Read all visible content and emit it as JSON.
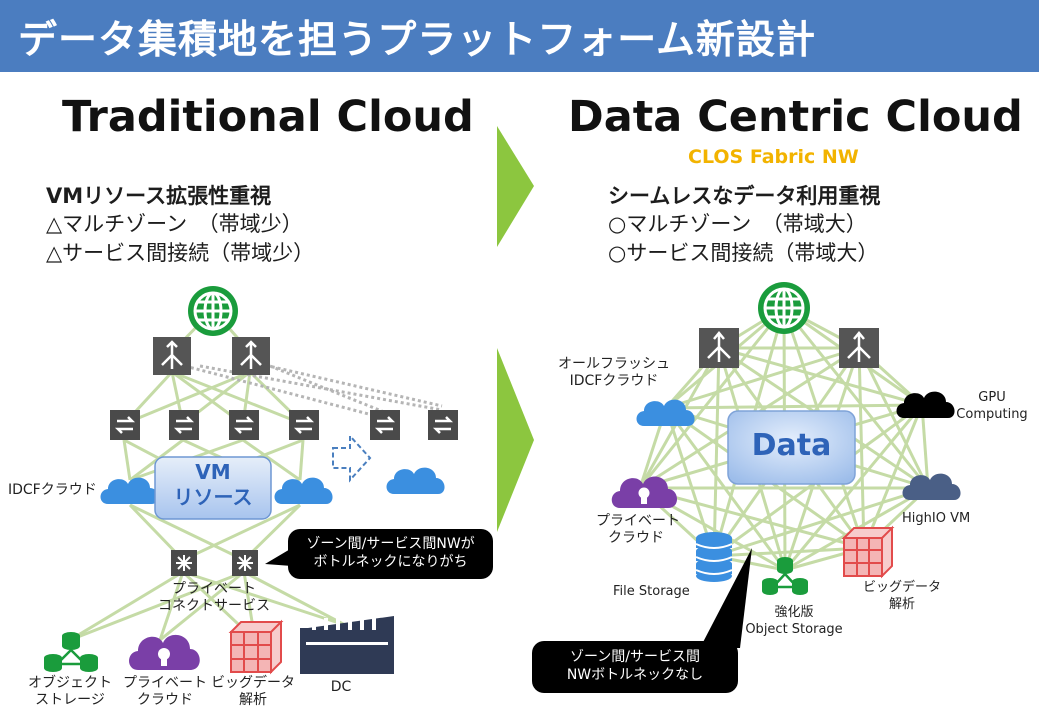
{
  "title": "データ集積地を担うプラットフォーム新設計",
  "left": {
    "heading": "Traditional Cloud",
    "points": [
      "VMリソース拡張性重視",
      "△マルチゾーン　（帯域少）",
      "△サービス間接続（帯域少）"
    ],
    "vm_box": [
      "VM",
      "リソース"
    ],
    "idcf_label": "IDCFクラウド",
    "private_connect": [
      "プライベート",
      "コネクトサービス"
    ],
    "callout": [
      "ゾーン間/サービス間NWが",
      "ボトルネックになりがち"
    ],
    "bottom": [
      {
        "lines": [
          "オブジェクト",
          "ストレージ"
        ]
      },
      {
        "lines": [
          "プライベート",
          "クラウド"
        ]
      },
      {
        "lines": [
          "ビッグデータ",
          "解析"
        ]
      },
      {
        "lines": [
          "DC"
        ]
      }
    ]
  },
  "right": {
    "heading": "Data Centric Cloud",
    "subheading": "CLOS Fabric NW",
    "points": [
      "シームレスなデータ利用重視",
      "○マルチゾーン　（帯域大）",
      "○サービス間接続（帯域大）"
    ],
    "center": "Data",
    "labels": {
      "allflash": [
        "オールフラッシュ",
        "IDCFクラウド"
      ],
      "gpu": [
        "GPU",
        "Computing"
      ],
      "private_cloud": [
        "プライベート",
        "クラウド"
      ],
      "highio": "HighIO VM",
      "file_storage": "File Storage",
      "object_storage": [
        "強化版",
        "Object Storage"
      ],
      "bigdata": [
        "ビッグデータ",
        "解析"
      ]
    },
    "callout": [
      "ゾーン間/サービス間",
      "NWボトルネックなし"
    ]
  },
  "colors": {
    "title_bar": "#4b7dc0",
    "arrow": "#8cc63f",
    "mesh": "#c5dba6",
    "globe": "#1a9c3c",
    "cloud": "#3b8fe0",
    "accent_yellow": "#f2b300"
  }
}
